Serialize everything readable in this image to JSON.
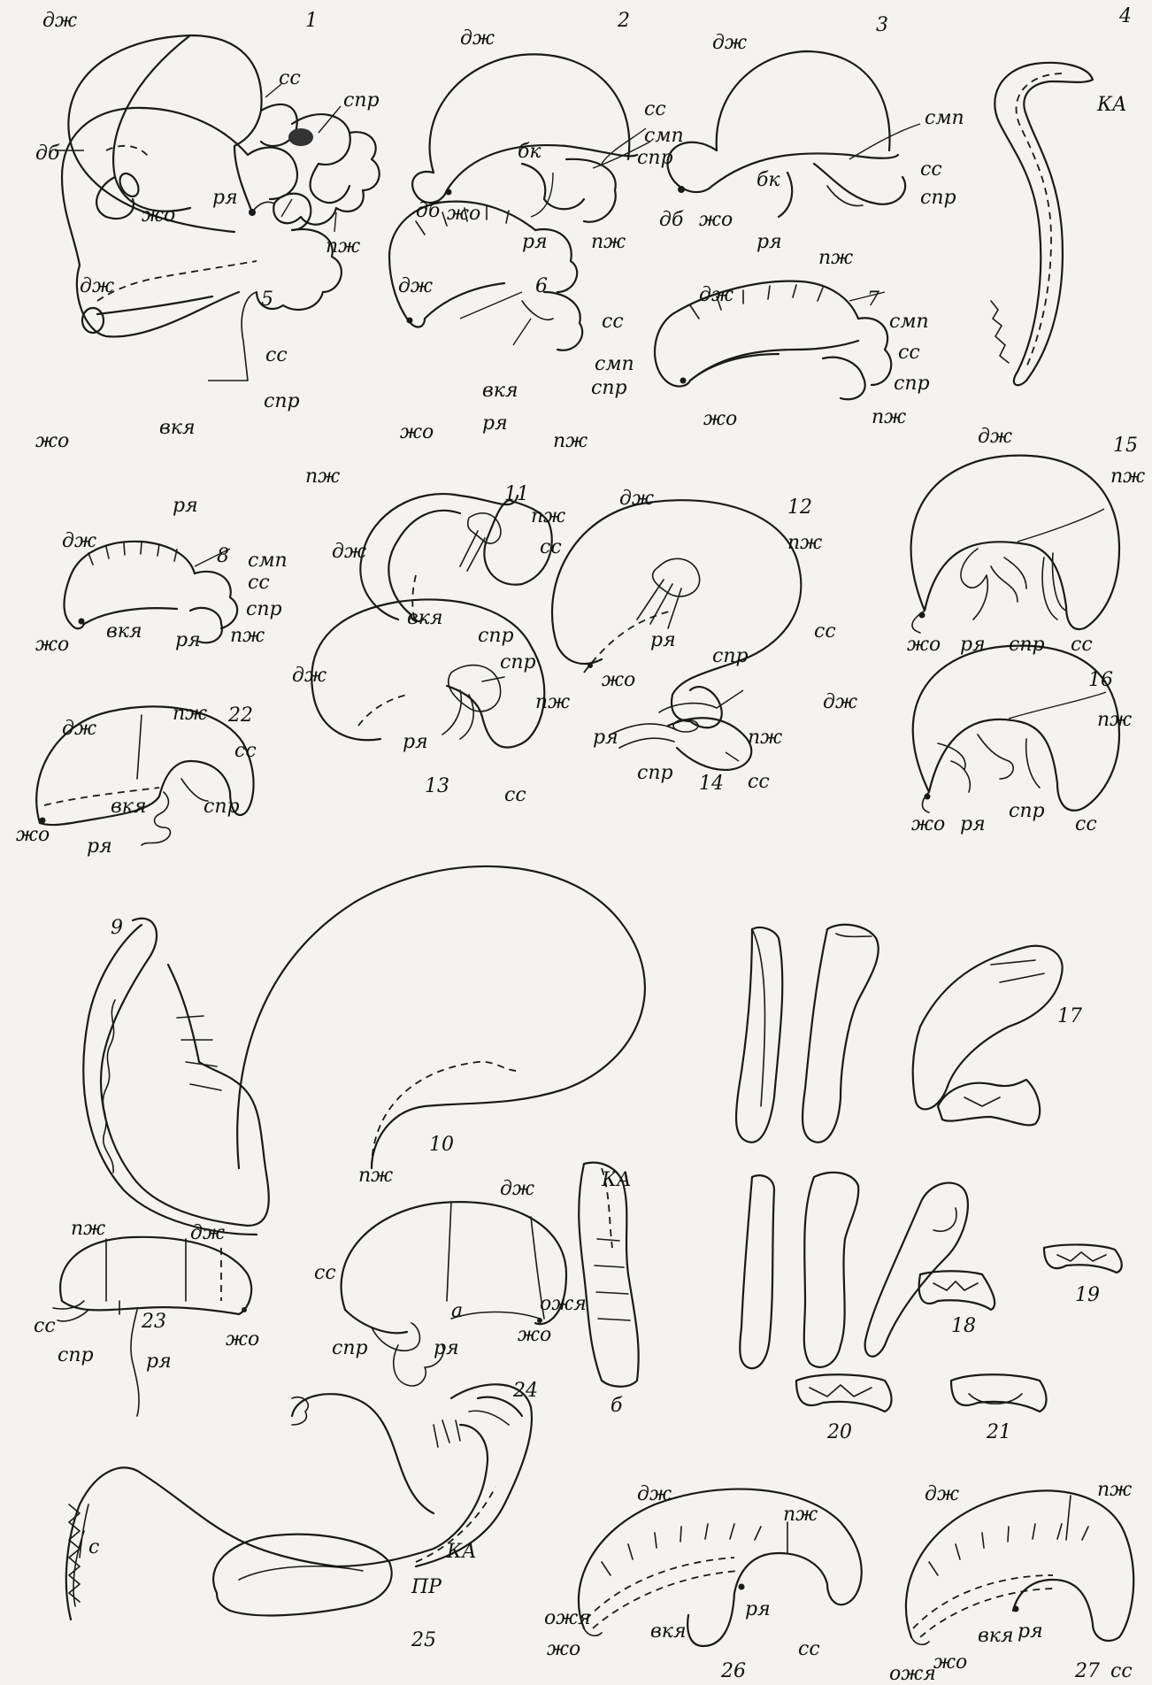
{
  "figure_numbers": [
    "1",
    "2",
    "3",
    "4",
    "5",
    "6",
    "7",
    "8",
    "9",
    "10",
    "11",
    "12",
    "13",
    "14",
    "15",
    "16",
    "17",
    "18",
    "19",
    "20",
    "21",
    "22",
    "23",
    "24",
    "25",
    "26",
    "27"
  ],
  "sub_labels": {
    "a": "а",
    "b": "б"
  },
  "labels": {
    "dzh": "дж",
    "pzh": "пж",
    "ss": "сс",
    "spr": "спр",
    "smp": "смп",
    "db": "дб",
    "zho": "жо",
    "rya": "ря",
    "bk": "бк",
    "bkya": "вкя",
    "ozhya": "ожя",
    "ka": "КА",
    "pr": "ПР",
    "s": "с"
  }
}
